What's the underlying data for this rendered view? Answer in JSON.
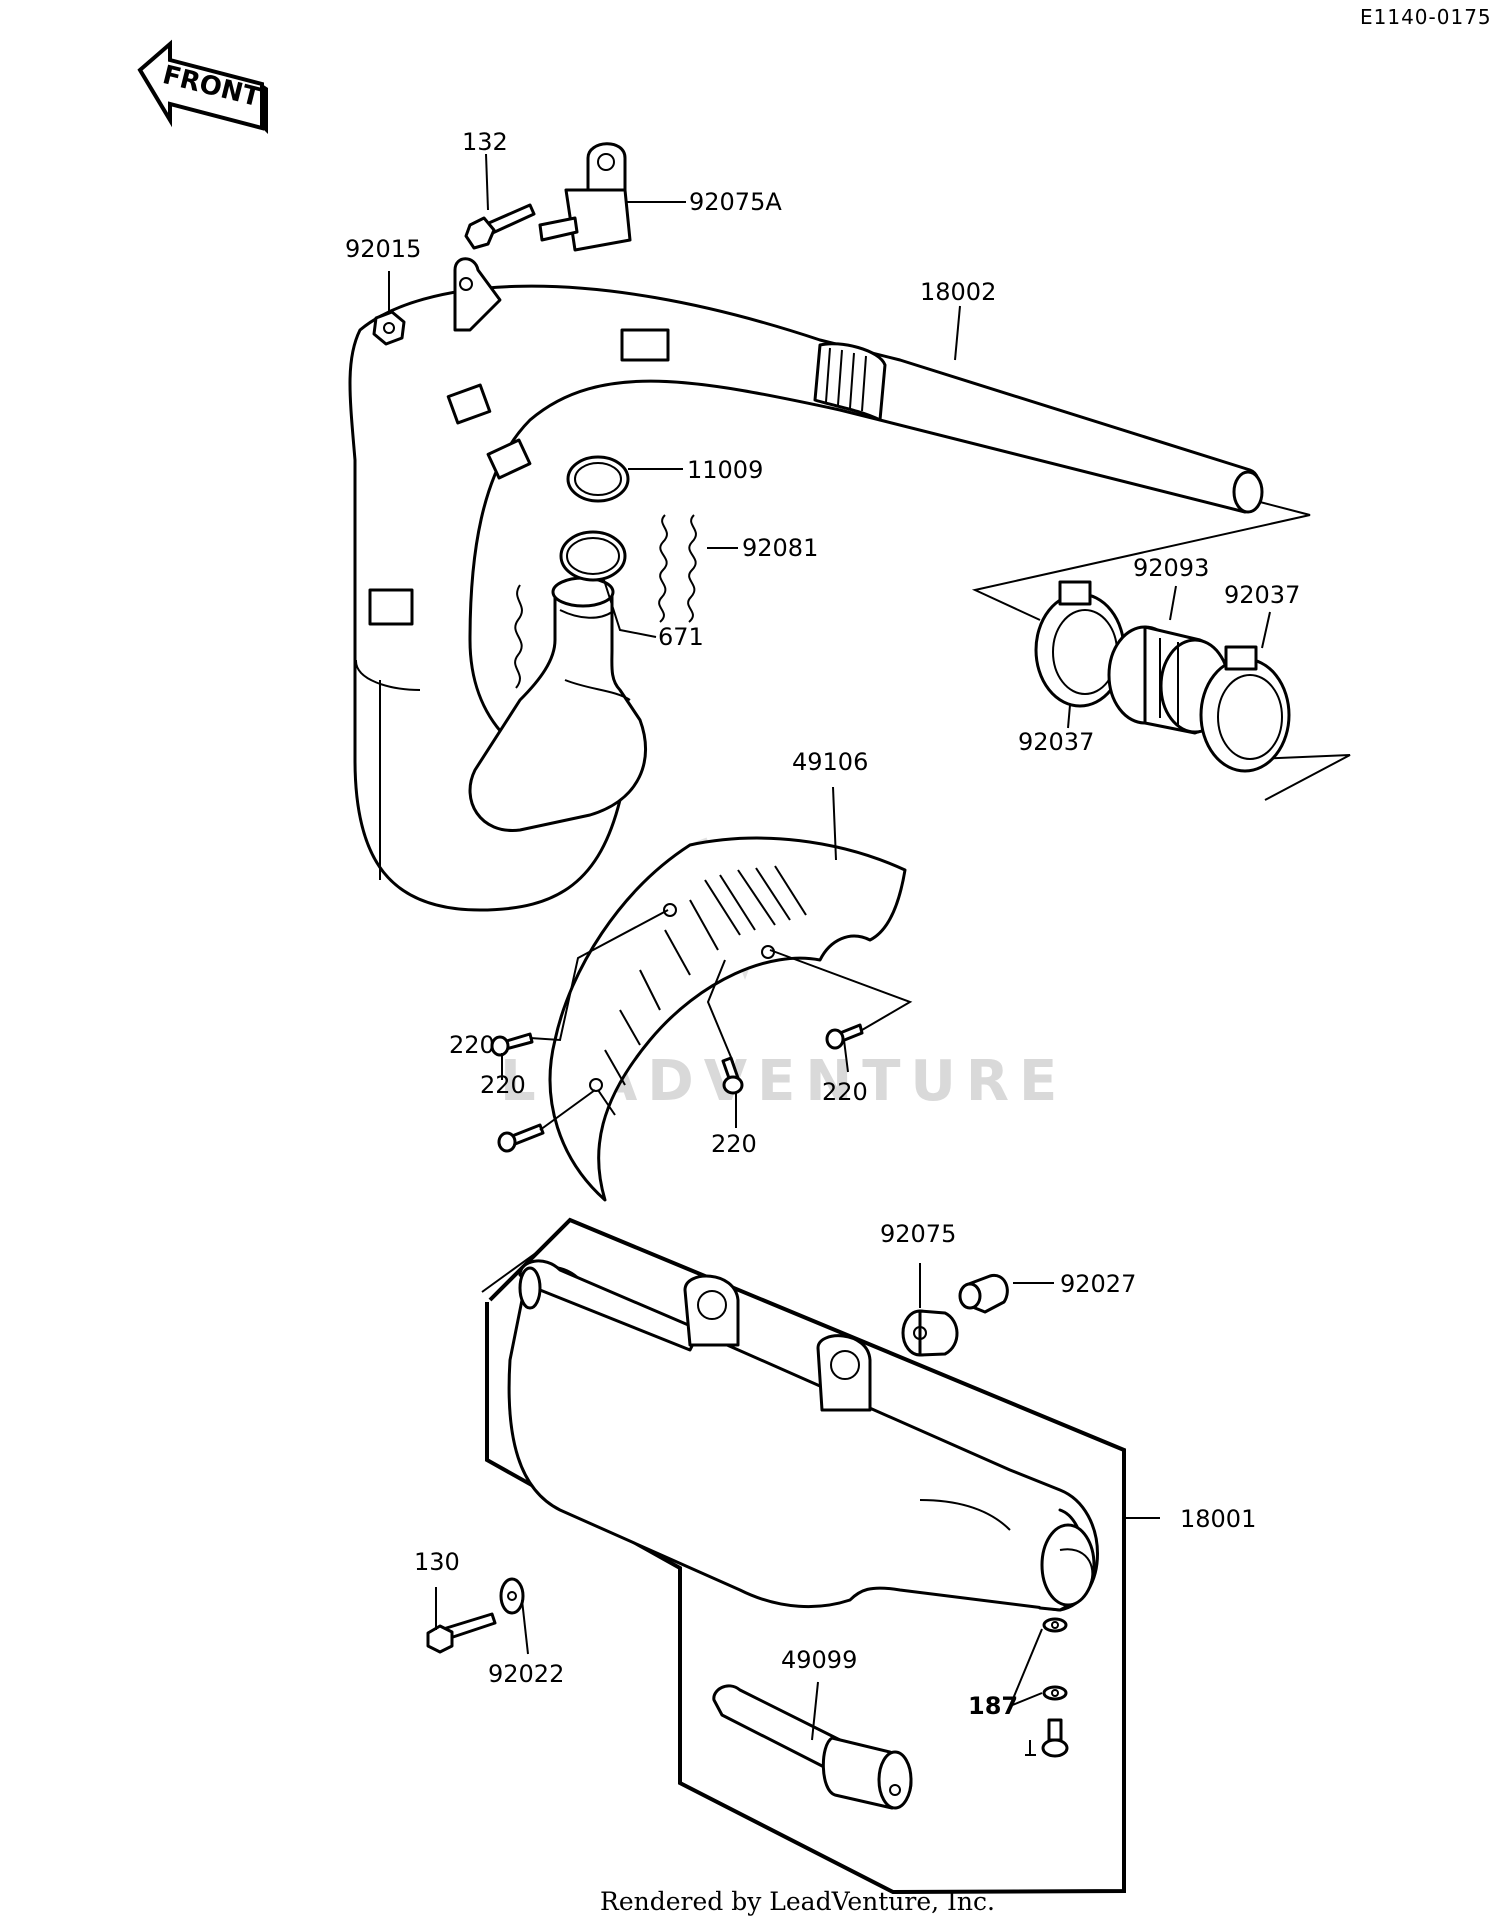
{
  "diagram_code": "E1140-0175",
  "front_arrow_label": "FRONT",
  "watermark": "LEADVENTURE",
  "footer": "Rendered by LeadVenture, Inc.",
  "callouts": {
    "p132": "132",
    "p92075A": "92075A",
    "p92015": "92015",
    "p18002": "18002",
    "p11009": "11009",
    "p92081": "92081",
    "p671": "671",
    "p92093": "92093",
    "p92037_top": "92037",
    "p92037_bottom": "92037",
    "p49106": "49106",
    "p220_a": "220",
    "p220_b": "220",
    "p220_c": "220",
    "p220_d": "220",
    "p92075": "92075",
    "p92027": "92027",
    "p18001": "18001",
    "p130": "130",
    "p92022": "92022",
    "p49099": "49099",
    "p187": "187"
  }
}
